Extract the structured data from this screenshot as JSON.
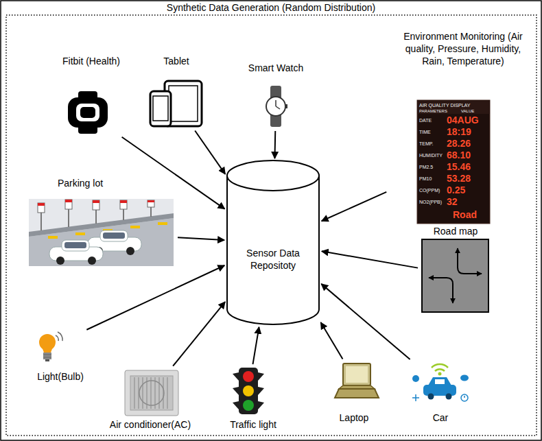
{
  "diagram": {
    "title": "Synthetic Data Generation (Random Distribution)",
    "nodes": [
      {
        "text": [
          "Fitbit (Health)"
        ]
      },
      {
        "text": [
          "Tablet"
        ]
      },
      {
        "text": [
          "Smart Watch"
        ]
      },
      {
        "text": [
          "Environment Monitoring (Air quality, Pressure, Humidity, Rain, Temperature)"
        ]
      },
      {
        "text": [
          "Parking lot"
        ]
      },
      {
        "text": [
          "Sensor Data Repositoty"
        ]
      },
      {
        "text": [
          "Road map"
        ]
      },
      {
        "text": [
          "Light(Bulb)"
        ]
      },
      {
        "text": [
          "Air conditioner(AC)"
        ]
      },
      {
        "text": [
          "Traffic light"
        ]
      },
      {
        "text": [
          "Laptop"
        ]
      },
      {
        "text": [
          "Car"
        ]
      }
    ],
    "edges": [
      {
        "from": 0,
        "to": 5,
        "arrow": "to"
      },
      {
        "from": 1,
        "to": 5,
        "arrow": "to"
      },
      {
        "from": 2,
        "to": 5,
        "arrow": "to"
      },
      {
        "from": 3,
        "to": 5,
        "arrow": "to"
      },
      {
        "from": 4,
        "to": 5,
        "arrow": "to"
      },
      {
        "from": 6,
        "to": 5,
        "arrow": "to"
      },
      {
        "from": 7,
        "to": 5,
        "arrow": "to"
      },
      {
        "from": 8,
        "to": 5,
        "arrow": "to"
      },
      {
        "from": 9,
        "to": 5,
        "arrow": "to"
      },
      {
        "from": 10,
        "to": 5,
        "arrow": "to"
      },
      {
        "from": 11,
        "to": 5,
        "arrow": "to"
      }
    ],
    "labels": [
      "AIR QUALITY DISPLAY",
      "PARAMETERS",
      "VALUE",
      "DATE",
      "04AUG",
      "TIME",
      "18:19",
      "TEMP.",
      "28.26",
      "HUMIDITY",
      "68.10",
      "PM2.5",
      "15.46",
      "PM10",
      "53.28",
      "CO(PPM)",
      "0.25",
      "NO2(PPB)",
      "32",
      "Road"
    ]
  }
}
